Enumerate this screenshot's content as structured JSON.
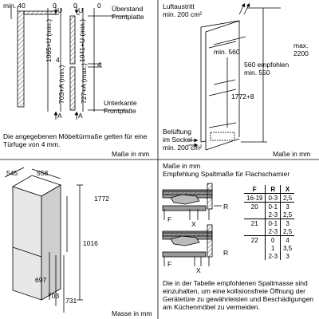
{
  "panel_tl": {
    "min40": "min. 40",
    "zero1": "0",
    "zero2": "0",
    "zero3": "0",
    "ueberstand": "Überstand",
    "frontplatte": "Frontplatte",
    "dim_1065": "1065+U (min.)",
    "dim_1041": "1041+U (min.)",
    "dim_703": "703+A (min.)",
    "dim_727": "727+A (max.)",
    "four_a": "4",
    "four_b": "4",
    "u1": "U",
    "u2": "U",
    "a1": "A",
    "a2": "A",
    "unterkante": "Unterkante",
    "frontplatte2": "Frontplatte",
    "note": "Die angegebenen Möbeltürmaße gelten für eine Türfuge von 4 mm.",
    "unit": "Maße in mm"
  },
  "panel_tr": {
    "luftaustritt": "Luftaustritt",
    "luftaustritt_min": "min. 200 cm²",
    "min560": "min. 560",
    "empf560": "560 empfohlen",
    "min550": "min. 550",
    "h1772": "1772+8",
    "max": "max.",
    "max2200": "2200",
    "belueftung": "Belüftung",
    "sockel": "im Sockel",
    "sockel_min": "min. 200 cm²",
    "unit": "Maße in mm"
  },
  "panel_bl": {
    "w545": "545",
    "w558": "558",
    "h1772": "1772",
    "h1016": "1016",
    "h697": "697",
    "h703": "703",
    "h731": "731",
    "unit": "Masse in mm"
  },
  "panel_br": {
    "title1": "Maße in mm",
    "title2": "Empfehlung Spaltmaße für Flachscharnier",
    "f1": "F",
    "x1": "X",
    "r1": "R",
    "f2": "F",
    "x2": "X",
    "r2": "R",
    "table": {
      "headers": [
        "F",
        "R",
        "X"
      ],
      "rows": [
        [
          "16-19",
          "0-3",
          "2,5"
        ],
        [
          "20",
          "0-1",
          "3"
        ],
        [
          "",
          "2-3",
          "2,5"
        ],
        [
          "21",
          "0-1",
          "3"
        ],
        [
          "",
          "2-3",
          "2,5"
        ],
        [
          "22",
          "0",
          "4"
        ],
        [
          "",
          "1",
          "3,5"
        ],
        [
          "",
          "2-3",
          "3"
        ]
      ]
    },
    "note": "Die in der Tabelle empfohlenen Spaltmasse sind einzuhalten, um eine kollisionsfreie Öffnung der Gerätetüre zu gewährleisten und Beschädigungen am Küchenmöbel zu vermeiden."
  }
}
